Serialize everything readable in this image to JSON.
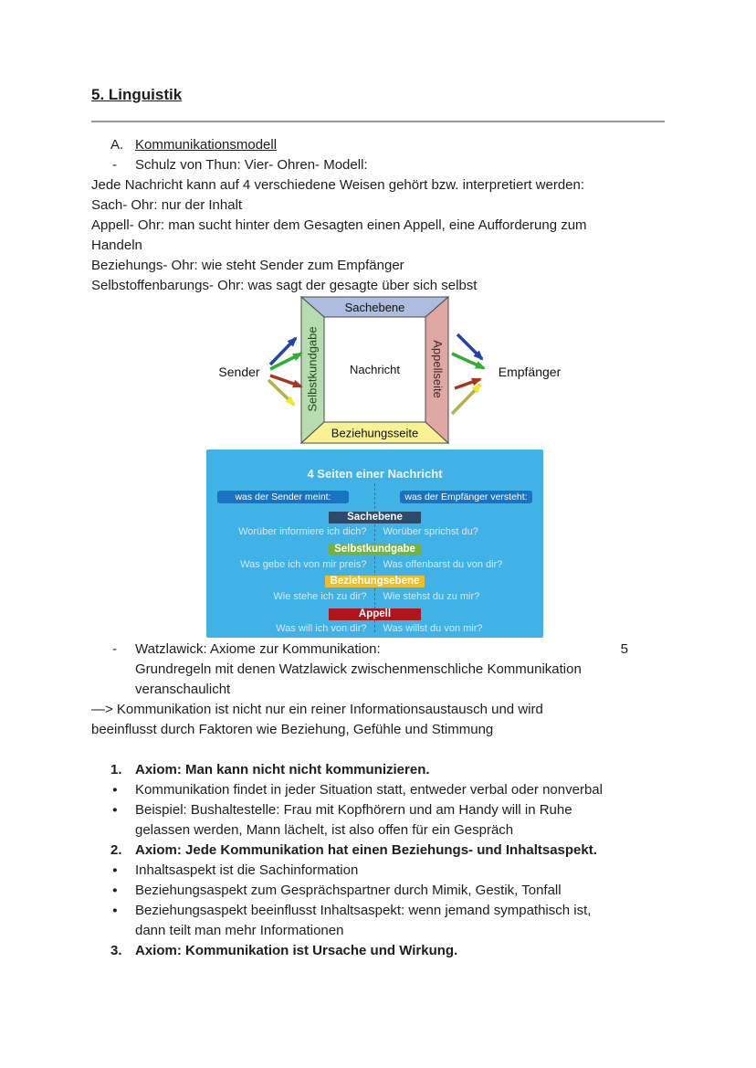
{
  "page": {
    "title": "5. Linguistik",
    "page_number": "5"
  },
  "kommunikationsmodell": {
    "list_label": "A.",
    "heading": "Kommunikationsmodell",
    "dash": "-",
    "subheading": "Schulz von Thun: Vier- Ohren- Modell:",
    "lines": [
      "Jede Nachricht kann auf 4 verschiedene Weisen gehört bzw. interpretiert werden:",
      "Sach- Ohr: nur der Inhalt",
      "Appell- Ohr: man sucht hinter dem Gesagten einen Appell, eine Aufforderung zum",
      "Handeln",
      "Beziehungs- Ohr: wie steht Sender zum Empfänger",
      "Selbstoffenbarungs- Ohr: was sagt der gesagte über sich selbst"
    ]
  },
  "frame_diagram": {
    "sender": "Sender",
    "receiver": "Empfänger",
    "message": "Nachricht",
    "top": "Sachebene",
    "left": "Selbstkundgabe",
    "right": "Appellseite",
    "bottom": "Beziehungsseite",
    "colors": {
      "top": "#adbcdf",
      "left": "#b7dcaf",
      "right": "#dfa8a2",
      "bottom": "#f8f292",
      "arrow_blue": "#2143a8",
      "arrow_green": "#2fae2f",
      "arrow_red": "#a93420",
      "arrow_olive": "#b2b24a",
      "arrow_yellow": "#f2ea28"
    }
  },
  "four_sides_panel": {
    "title": "4 Seiten einer Nachricht",
    "sender_box": "was der Sender meint:",
    "receiver_box": "was der Empfänger versteht:",
    "colors": {
      "background": "#41b2e5",
      "header_box": "#1a73c0"
    },
    "rows": [
      {
        "label": "Sachebene",
        "color": "#2d4a68",
        "left": "Worüber informiere ich dich?",
        "right": "Worüber sprichst du?"
      },
      {
        "label": "Selbstkundgabe",
        "color": "#76b23f",
        "left": "Was gebe ich von mir preis?",
        "right": "Was offenbarst du von dir?"
      },
      {
        "label": "Beziehungsebene",
        "color": "#eebd2b",
        "left": "Wie stehe ich zu dir?",
        "right": "Wie stehst du zu mir?"
      },
      {
        "label": "Appell",
        "color": "#b1151b",
        "left": "Was will ich von dir?",
        "right": "Was willst du von mir?"
      }
    ]
  },
  "watzlawick": {
    "dash": "-",
    "heading": "Watzlawick: Axiome zur Kommunikation:",
    "continuation": [
      "Grundregeln mit denen Watzlawick zwischenmenschliche Kommunikation",
      "veranschaulicht"
    ],
    "summary": [
      "—> Kommunikation ist nicht nur ein reiner Informationsaustausch und wird",
      "beeinflusst durch Faktoren wie Beziehung, Gefühle und Stimmung"
    ]
  },
  "axioms": {
    "items": [
      {
        "marker": "1.",
        "lines": [
          "Axiom: Man kann nicht nicht kommunizieren."
        ]
      },
      {
        "marker": "●",
        "lines": [
          "Kommunikation findet in jeder Situation statt, entweder verbal oder nonverbal"
        ]
      },
      {
        "marker": "●",
        "lines": [
          "Beispiel: Bushaltestelle: Frau mit Kopfhörern und am Handy will in Ruhe",
          "gelassen werden, Mann lächelt, ist also offen für ein Gespräch"
        ]
      },
      {
        "marker": "2.",
        "lines": [
          "Axiom: Jede Kommunikation hat einen Beziehungs- und Inhaltsaspekt."
        ]
      },
      {
        "marker": "●",
        "lines": [
          "Inhaltsaspekt ist die Sachinformation"
        ]
      },
      {
        "marker": "●",
        "lines": [
          "Beziehungsaspekt zum Gesprächspartner durch Mimik, Gestik, Tonfall"
        ]
      },
      {
        "marker": "●",
        "lines": [
          "Beziehungsaspekt beeinflusst Inhaltsaspekt: wenn jemand sympathisch ist,",
          "dann teilt man mehr Informationen"
        ]
      },
      {
        "marker": "3.",
        "lines": [
          "Axiom: Kommunikation ist Ursache und Wirkung."
        ]
      }
    ]
  }
}
